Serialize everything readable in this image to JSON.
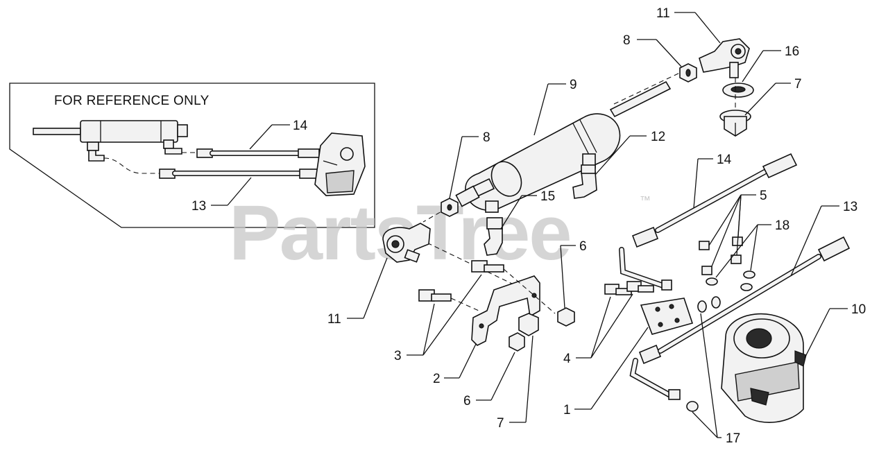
{
  "reference_box": {
    "title": "FOR REFERENCE ONLY",
    "labels": [
      "14",
      "13"
    ]
  },
  "watermark": {
    "text": "PartsTree",
    "trademark": "™"
  },
  "callouts": {
    "c11_top": "11",
    "c8_top": "8",
    "c16": "16",
    "c7_top": "7",
    "c9": "9",
    "c8_mid": "8",
    "c12": "12",
    "c15": "15",
    "c14": "14",
    "c5": "5",
    "c13": "13",
    "c18": "18",
    "c6_right": "6",
    "c11_left": "11",
    "c3": "3",
    "c2": "2",
    "c6_bottom": "6",
    "c7_bottom": "7",
    "c4": "4",
    "c1": "1",
    "c17": "17",
    "c10": "10"
  }
}
